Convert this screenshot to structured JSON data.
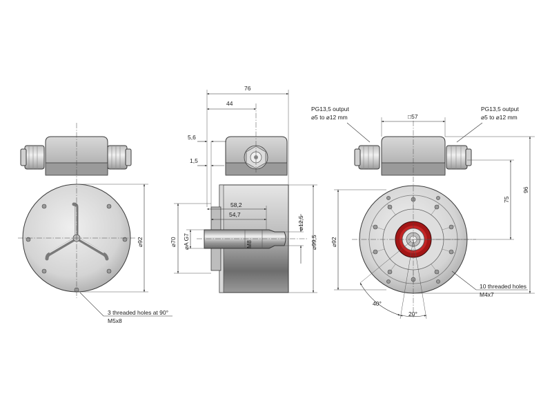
{
  "colors": {
    "body_light": "#ececec",
    "body_mid": "#c9c9c9",
    "body_dark": "#8a8a8a",
    "shaft_red": "#a31616"
  },
  "left_view": {
    "dim_92": "⌀92",
    "note_line1": "3 threaded holes at 90°",
    "note_line2": "M5x8"
  },
  "side_view": {
    "dim_76": "76",
    "dim_44": "44",
    "dim_5_6": "5,6",
    "dim_1_5": "1,5",
    "dim_58_2": "58,2",
    "dim_54_7": "54,7",
    "dim_70": "⌀70",
    "dim_a_g7": "⌀A G7",
    "dim_m8": "M8",
    "dim_12_5": "⌀12,5",
    "dim_99_5": "⌀99,5"
  },
  "right_view": {
    "pg_left_line1": "PG13,5 output",
    "pg_left_line2": "⌀5 to ⌀12 mm",
    "pg_right_line1": "PG13,5 output",
    "pg_right_line2": "⌀5 to ⌀12 mm",
    "dim_57": "□57",
    "dim_96": "96",
    "dim_75": "75",
    "dim_92": "⌀92",
    "angle_40": "40°",
    "angle_20": "20°",
    "note_line1": "10 threaded holes",
    "note_line2": "M4x7"
  }
}
